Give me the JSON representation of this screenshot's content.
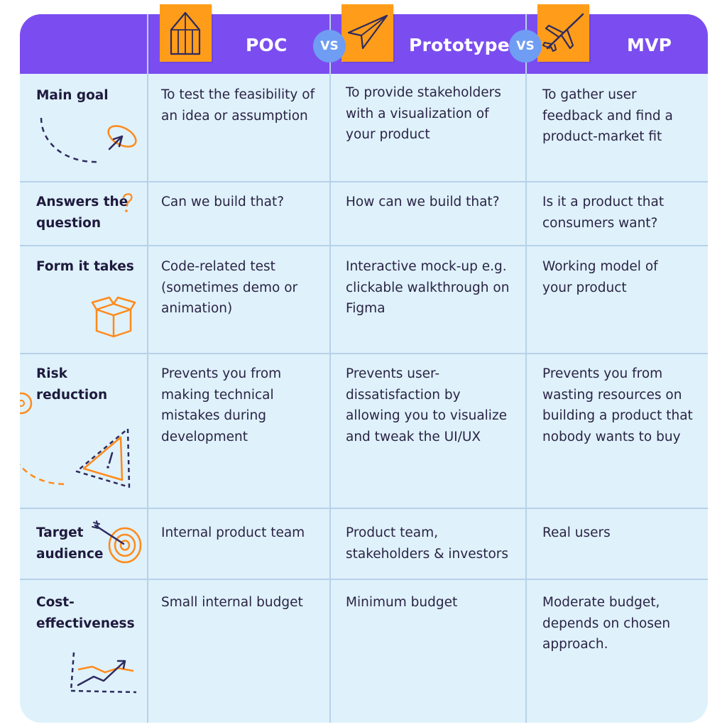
{
  "colors": {
    "header": "#7b4df0",
    "table_bg": "#dff1fb",
    "accent_orange": "#ff9d1a",
    "vs_badge": "#6f9df3",
    "text": "#1f1a3d"
  },
  "columns": [
    {
      "title": "POC",
      "icon": "house-sketch-icon"
    },
    {
      "title": "Prototype",
      "icon": "paper-plane-icon"
    },
    {
      "title": "MVP",
      "icon": "airplane-icon"
    }
  ],
  "vs_label": "VS",
  "rows": [
    {
      "label": "Main goal",
      "icon": "cursor-target-icon",
      "cells": [
        "To test the feasibility of an idea or assumption",
        "To provide stakeholders with a visualization of your product",
        "To gather user feedback and find a product-market fit"
      ]
    },
    {
      "label": "Answers the question",
      "icon": "question-mark-icon",
      "cells": [
        "Can we build that?",
        "How can we build that?",
        "Is it a product that consumers want?"
      ]
    },
    {
      "label": "Form it takes",
      "icon": "box-icon",
      "cells": [
        "Code-related test (sometimes demo or animation)",
        "Interactive mock-up e.g. clickable walkthrough on Figma",
        "Working model of your product"
      ]
    },
    {
      "label": "Risk reduction",
      "icon": "warning-triangle-icon",
      "cells": [
        "Prevents you from making technical mistakes during development",
        "Prevents user-dissatisfaction by allowing you to visualize and tweak the UI/UX",
        "Prevents you from wasting resources on building a product that nobody wants to buy"
      ]
    },
    {
      "label": "Target audience",
      "icon": "target-arrow-icon",
      "cells": [
        "Internal product team",
        "Product team, stakeholders & investors",
        "Real users"
      ]
    },
    {
      "label": "Cost-effectiveness",
      "icon": "trend-chart-icon",
      "cells": [
        "Small internal budget",
        "Minimum budget",
        "Moderate budget, depends on chosen approach."
      ]
    }
  ]
}
